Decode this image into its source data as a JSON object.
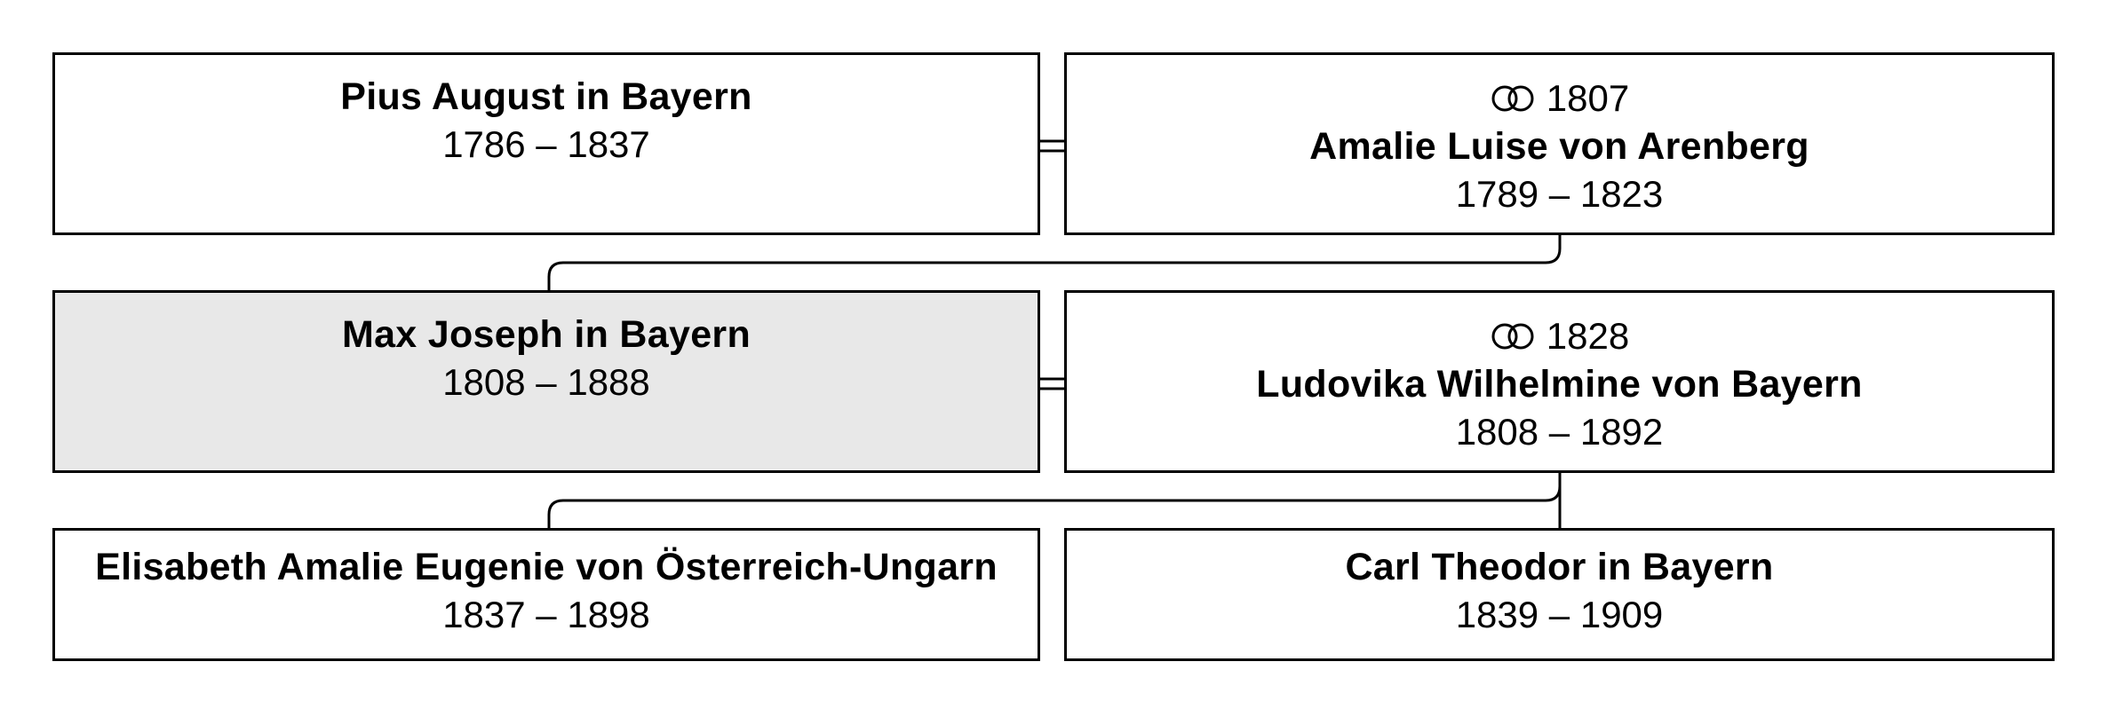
{
  "generations": [
    {
      "person": {
        "name": "Pius August in Bayern",
        "dates": "1786 – 1837"
      },
      "spouse": {
        "marriage_icon": "wedding-rings-icon",
        "marriage_year": "1807",
        "name": "Amalie Luise von Arenberg",
        "dates": "1789 – 1823"
      }
    },
    {
      "person": {
        "name": "Max Joseph in Bayern",
        "dates": "1808 – 1888",
        "highlighted": true
      },
      "spouse": {
        "marriage_icon": "wedding-rings-icon",
        "marriage_year": "1828",
        "name": "Ludovika Wilhelmine von Bayern",
        "dates": "1808 – 1892"
      }
    }
  ],
  "children": [
    {
      "name": "Elisabeth Amalie Eugenie von Österreich-Ungarn",
      "dates": "1837 – 1898"
    },
    {
      "name": "Carl Theodor in Bayern",
      "dates": "1839 – 1909"
    }
  ],
  "colors": {
    "border": "#000000",
    "highlight_fill": "#e8e8e8",
    "background": "#ffffff"
  }
}
